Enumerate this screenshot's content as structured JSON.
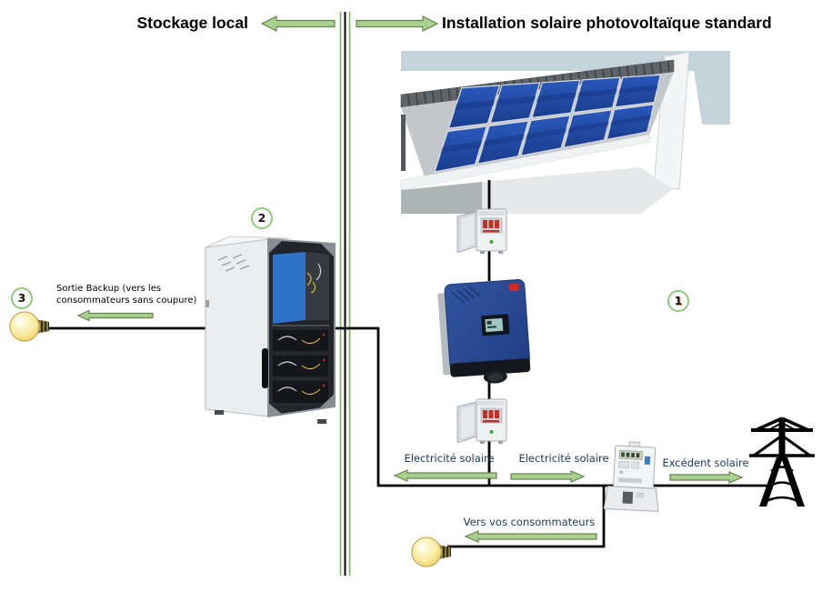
{
  "header": {
    "left_title": "Stockage local",
    "right_title": "Installation solaire photovoltaïque standard"
  },
  "flow_labels": {
    "backup_output": "Sortie Backup (vers les consommateurs sans coupure)",
    "solar_electricity_left": "Electricité solaire",
    "solar_electricity_right": "Electricité solaire",
    "solar_surplus": "Excédent solaire",
    "to_consumers": "Vers vos consommateurs"
  },
  "badges": {
    "installation": "1",
    "storage_cabinet": "2",
    "backup_output": "3"
  },
  "illustrations": {
    "solar_roof": "solar-panel-roof",
    "dc_disconnect_top": "disconnect-switch-box",
    "dc_disconnect_bottom": "disconnect-switch-box",
    "inverter": "solar-inverter",
    "battery_cabinet": "battery-storage-cabinet",
    "meter": "electricity-meter",
    "pylon": "power-grid-pylon",
    "backup_bulb": "light-bulb",
    "consumers_bulb": "light-bulb"
  },
  "colors": {
    "arrow_green": "#a9d08e",
    "arrow_outline": "#64824e",
    "divider_green": "#79b55b",
    "badge_green": "#8ec97c",
    "label_navy": "#17375e",
    "panel_blue": "#2456b2",
    "inverter_blue": "#2c4e9d",
    "cabinet_blue": "#2e73c8",
    "bulb_yellow": "#f5e27a",
    "wire_black": "#000000"
  }
}
